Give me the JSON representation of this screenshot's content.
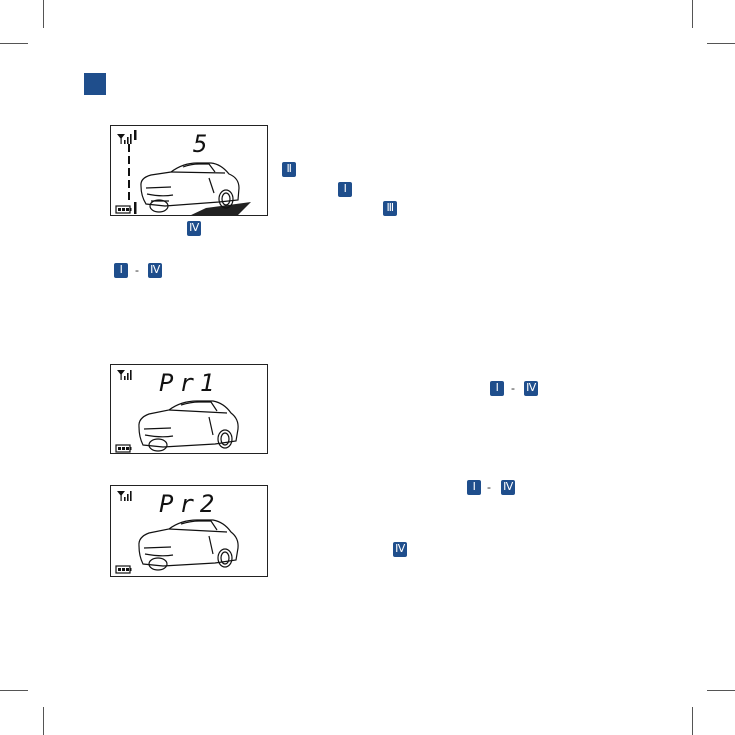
{
  "colors": {
    "accent": "#1f4e8c",
    "ink": "#222222"
  },
  "lcd_1": {
    "reading": "5",
    "icons": [
      "signal-icon",
      "battery-icon",
      "car-icon",
      "level-bar-icon"
    ]
  },
  "lcd_2": {
    "reading": "Pr1",
    "icons": [
      "signal-icon",
      "battery-icon",
      "car-icon"
    ]
  },
  "lcd_3": {
    "reading": "Pr2",
    "icons": [
      "signal-icon",
      "battery-icon",
      "car-icon"
    ]
  },
  "badges": {
    "b1": "Ⅱ",
    "b2": "Ⅰ",
    "b3": "Ⅲ",
    "b4": "Ⅳ",
    "b5": "Ⅰ",
    "b6": "Ⅳ",
    "b7": "Ⅰ",
    "b8": "Ⅳ",
    "b9": "Ⅰ",
    "b10": "Ⅳ",
    "b11": "Ⅳ"
  },
  "separators": {
    "s1": "-",
    "s2": "-",
    "s3": "-",
    "s4": "-"
  }
}
